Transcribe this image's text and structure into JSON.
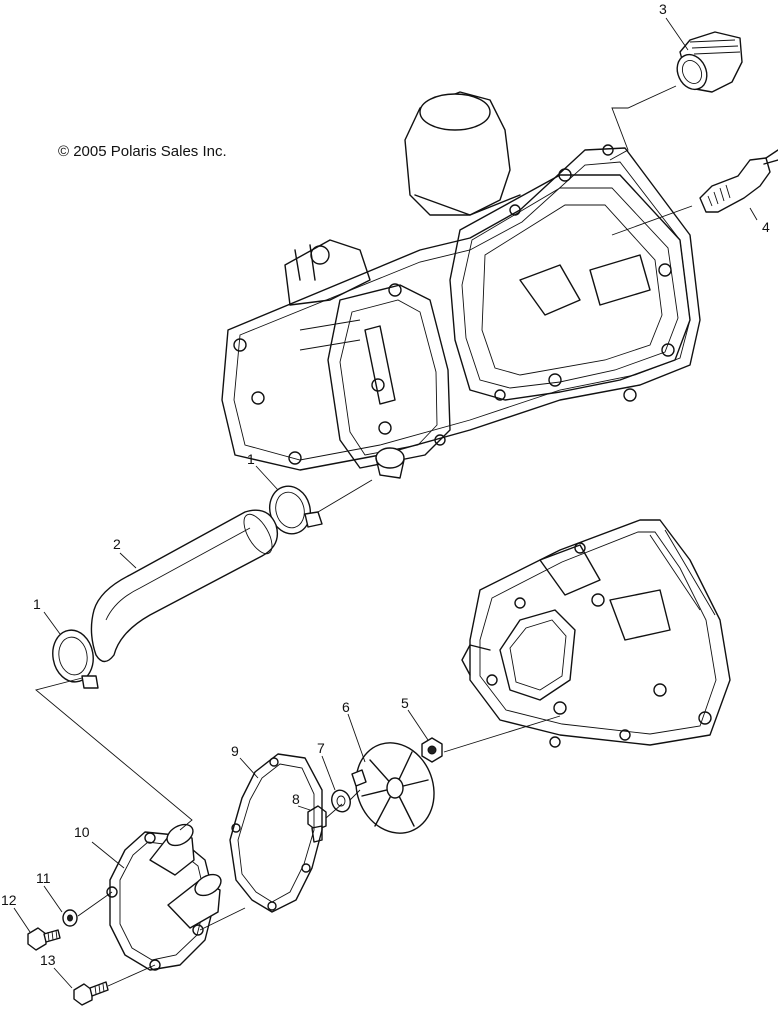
{
  "diagram": {
    "copyright": "© 2005 Polaris Sales Inc.",
    "callouts": {
      "c1a": "1",
      "c1b": "1",
      "c2": "2",
      "c3": "3",
      "c4": "4",
      "c5": "5",
      "c6": "6",
      "c7": "7",
      "c8": "8",
      "c9": "9",
      "c10": "10",
      "c11": "11",
      "c12": "12",
      "c13": "13"
    }
  }
}
